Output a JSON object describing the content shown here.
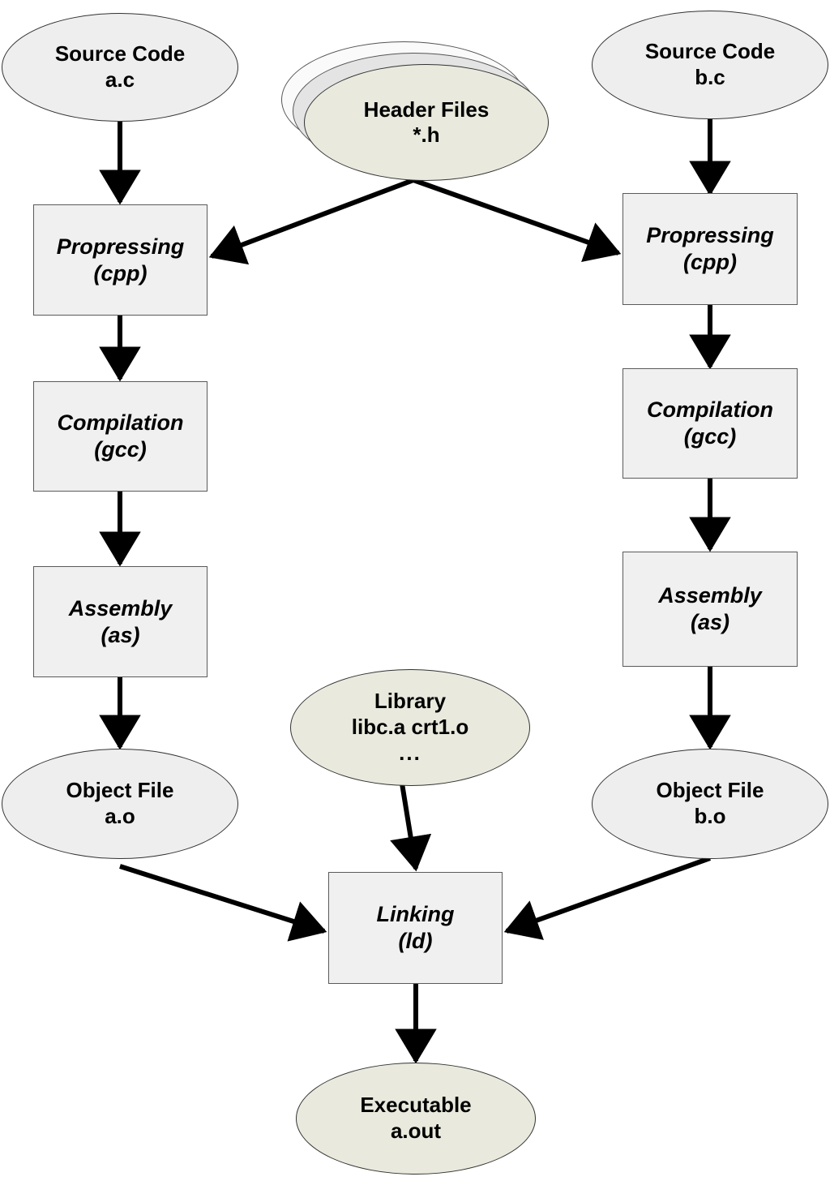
{
  "diagram": {
    "title": "C compilation toolchain pipeline",
    "colors": {
      "background": "#ffffff",
      "process_fill": "#f0f0f0",
      "process_stroke": "#5a5a5a",
      "artifact_fill": "#eeeeee",
      "highlight_fill": "#e9eadd",
      "stack_back_fill": "#fafafa",
      "stack_mid_fill": "#e4e4e4",
      "edge_stroke": "#000000",
      "text": "#000000"
    },
    "nodes": [
      {
        "id": "source-a",
        "shape": "ellipse",
        "fill": "gray",
        "lines": [
          "Source Code",
          "a.c"
        ]
      },
      {
        "id": "header-files",
        "shape": "ellipse-stack",
        "fill": "olive",
        "sheets": 3,
        "lines": [
          "Header Files",
          "*.h"
        ]
      },
      {
        "id": "source-b",
        "shape": "ellipse",
        "fill": "gray",
        "lines": [
          "Source Code",
          "b.c"
        ]
      },
      {
        "id": "preprocess-a",
        "shape": "rect",
        "fill": "process",
        "lines": [
          "Propressing",
          "(cpp)"
        ]
      },
      {
        "id": "preprocess-b",
        "shape": "rect",
        "fill": "process",
        "lines": [
          "Propressing",
          "(cpp)"
        ]
      },
      {
        "id": "compile-a",
        "shape": "rect",
        "fill": "process",
        "lines": [
          "Compilation",
          "(gcc)"
        ]
      },
      {
        "id": "compile-b",
        "shape": "rect",
        "fill": "process",
        "lines": [
          "Compilation",
          "(gcc)"
        ]
      },
      {
        "id": "assembly-a",
        "shape": "rect",
        "fill": "process",
        "lines": [
          "Assembly",
          "(as)"
        ]
      },
      {
        "id": "assembly-b",
        "shape": "rect",
        "fill": "process",
        "lines": [
          "Assembly",
          "(as)"
        ]
      },
      {
        "id": "object-a",
        "shape": "ellipse",
        "fill": "gray",
        "lines": [
          "Object File",
          "a.o"
        ]
      },
      {
        "id": "object-b",
        "shape": "ellipse",
        "fill": "gray",
        "lines": [
          "Object File",
          "b.o"
        ]
      },
      {
        "id": "library",
        "shape": "ellipse",
        "fill": "olive",
        "lines": [
          "Library",
          "libc.a crt1.o",
          "..."
        ]
      },
      {
        "id": "linking",
        "shape": "rect",
        "fill": "process",
        "lines": [
          "Linking",
          "(ld)"
        ]
      },
      {
        "id": "executable",
        "shape": "ellipse",
        "fill": "olive",
        "lines": [
          "Executable",
          "a.out"
        ]
      }
    ],
    "edges": [
      {
        "from": "source-a",
        "to": "preprocess-a"
      },
      {
        "from": "source-b",
        "to": "preprocess-b"
      },
      {
        "from": "header-files",
        "to": "preprocess-a"
      },
      {
        "from": "header-files",
        "to": "preprocess-b"
      },
      {
        "from": "preprocess-a",
        "to": "compile-a"
      },
      {
        "from": "preprocess-b",
        "to": "compile-b"
      },
      {
        "from": "compile-a",
        "to": "assembly-a"
      },
      {
        "from": "compile-b",
        "to": "assembly-b"
      },
      {
        "from": "assembly-a",
        "to": "object-a"
      },
      {
        "from": "assembly-b",
        "to": "object-b"
      },
      {
        "from": "object-a",
        "to": "linking"
      },
      {
        "from": "object-b",
        "to": "linking"
      },
      {
        "from": "library",
        "to": "linking"
      },
      {
        "from": "linking",
        "to": "executable"
      }
    ],
    "labels": {
      "source_a_l1": "Source Code",
      "source_a_l2": "a.c",
      "source_b_l1": "Source Code",
      "source_b_l2": "b.c",
      "header_l1": "Header Files",
      "header_l2": "*.h",
      "preprocess_l1": "Propressing",
      "preprocess_l2": "(cpp)",
      "compile_l1": "Compilation",
      "compile_l2": "(gcc)",
      "assembly_l1": "Assembly",
      "assembly_l2": "(as)",
      "object_a_l1": "Object File",
      "object_a_l2": "a.o",
      "object_b_l1": "Object File",
      "object_b_l2": "b.o",
      "library_l1": "Library",
      "library_l2": "libc.a crt1.o",
      "library_l3": "...",
      "linking_l1": "Linking",
      "linking_l2": "(ld)",
      "executable_l1": "Executable",
      "executable_l2": "a.out"
    }
  }
}
